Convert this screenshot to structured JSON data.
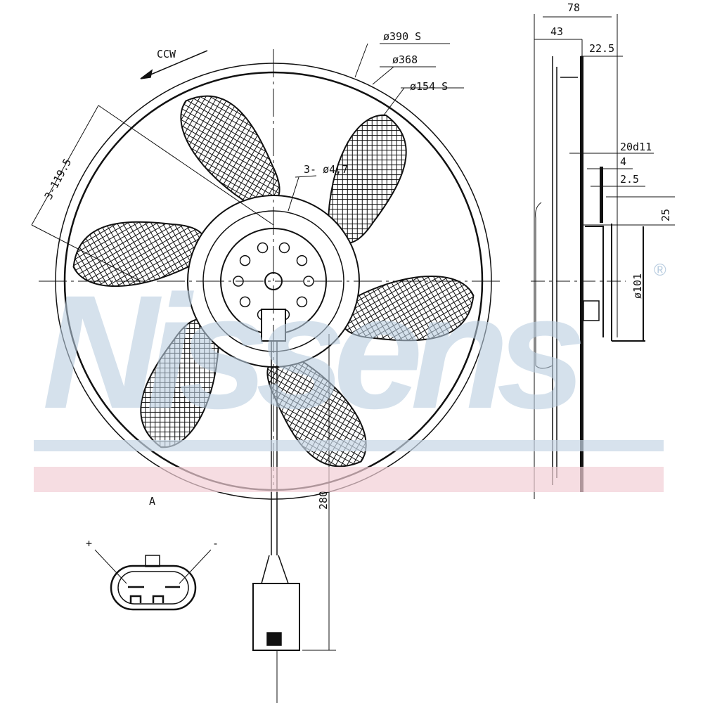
{
  "watermark": {
    "brand": "Nissens",
    "registered": "®",
    "stripe_blue": "#c6d6e6",
    "stripe_red": "#f2cfd6"
  },
  "front_view": {
    "rotation_label": "CCW",
    "dim_outer": "ø390 S",
    "dim_shroud": "ø368",
    "dim_hub": "ø154 S",
    "dim_holes": "3- ø4,7",
    "dim_bolt_circle": "3-119.5",
    "dim_cable_length": "280",
    "view_label": "A"
  },
  "side_view": {
    "dim_total_depth": "78",
    "dim_depth_43": "43",
    "dim_depth_22_5": "22.5",
    "dim_shaft": "20d11",
    "dim_4": "4",
    "dim_2_5": "2.5",
    "dim_25": "25",
    "dim_motor": "ø101"
  },
  "connector": {
    "plus": "+",
    "minus": "-"
  }
}
